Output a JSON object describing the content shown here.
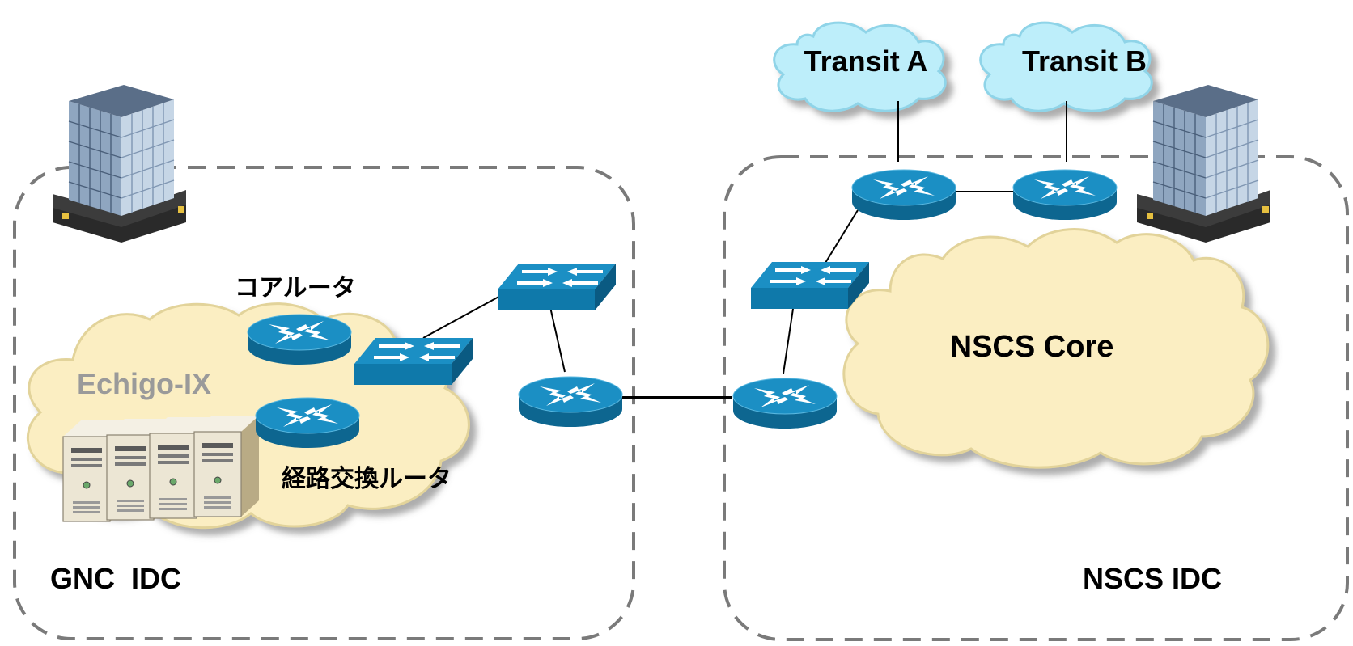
{
  "zones": {
    "left_label": "GNC  IDC",
    "right_label": "NSCS IDC"
  },
  "clouds": {
    "echigo_ix": "Echigo-IX",
    "transit_a": "Transit A",
    "transit_b": "Transit B",
    "nscs_core": "NSCS Core"
  },
  "labels": {
    "core_router": "コアルータ",
    "route_exchange_router": "経路交換ルータ"
  },
  "colors": {
    "device_blue": "#1a86b8",
    "device_dark": "#0d5f88",
    "cloud_cream": "#fbeec2",
    "transit_cyan": "#bdeefa",
    "zone_border": "#7a7a7a",
    "echigo_text": "#9a9a9a"
  },
  "icons": {
    "building": "office-building-icon",
    "router": "router-icon",
    "switch": "switch-icon",
    "server": "server-tower-icon"
  }
}
